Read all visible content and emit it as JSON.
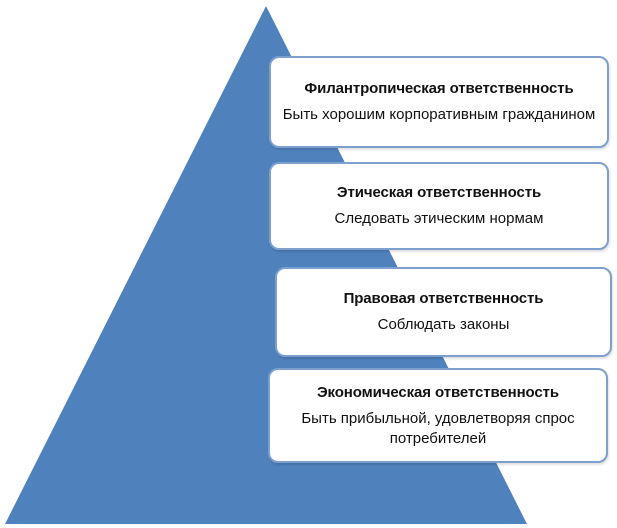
{
  "pyramid": {
    "fill_color": "#4f81bd",
    "card_border_color": "#7da0cf",
    "levels": [
      {
        "title": "Филантропическая ответственность",
        "description": "Быть хорошим корпоративным гражданином"
      },
      {
        "title": "Этическая ответственность",
        "description": "Следовать этическим нормам"
      },
      {
        "title": "Правовая ответственность",
        "description": "Соблюдать законы"
      },
      {
        "title": "Экономическая ответственность",
        "description": "Быть прибыльной, удовлетворяя спрос потребителей"
      }
    ]
  }
}
